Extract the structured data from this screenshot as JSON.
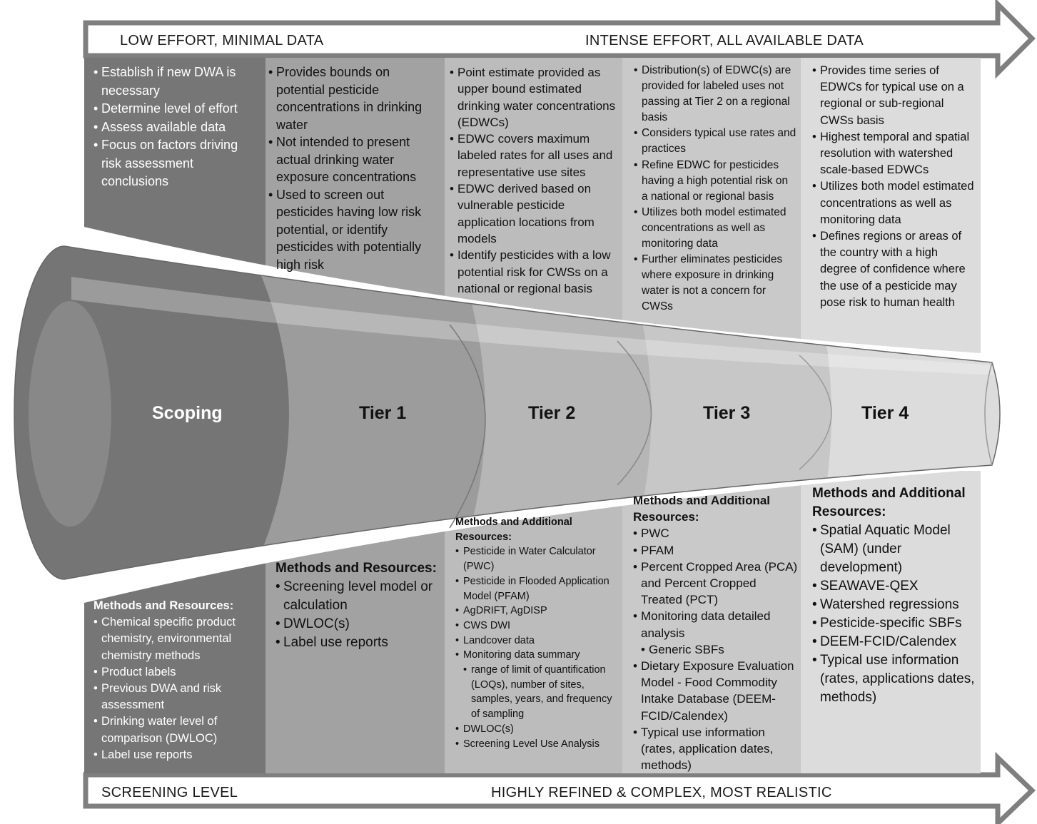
{
  "top_arrow": {
    "left_label": "LOW EFFORT, MINIMAL DATA",
    "right_label": "INTENSE EFFORT, ALL AVAILABLE DATA"
  },
  "bottom_arrow": {
    "left_label": "SCREENING LEVEL",
    "right_label": "HIGHLY REFINED & COMPLEX, MOST REALISTIC"
  },
  "colors": {
    "scoping": "#7a7a7a",
    "tier1": "#a0a0a0",
    "tier2": "#b8b8b8",
    "tier3": "#c8c8c8",
    "tier4": "#dcdcdc",
    "arrow_border": "#7f7f7f"
  },
  "tiers": [
    {
      "name": "Scoping",
      "top_bullets": [
        "Establish if new DWA is necessary",
        "Determine level of effort",
        "Assess available data",
        "Focus on factors driving risk assessment conclusions"
      ],
      "methods_title": "Methods and Resources:",
      "methods": [
        "Chemical specific product chemistry, environmental chemistry methods",
        "Product labels",
        "Previous DWA and risk assessment",
        "Drinking water level of comparison (DWLOC)",
        "Label use reports"
      ]
    },
    {
      "name": "Tier 1",
      "top_bullets": [
        "Provides bounds on potential pesticide concentrations in drinking water",
        "Not intended to present actual drinking water exposure concentrations",
        "Used to screen out pesticides having low risk potential, or identify pesticides with potentially high risk"
      ],
      "methods_title": "Methods and Resources:",
      "methods": [
        "Screening level model or calculation",
        "DWLOC(s)",
        "Label use reports"
      ]
    },
    {
      "name": "Tier 2",
      "top_bullets": [
        "Point estimate provided as upper bound estimated drinking water concentrations (EDWCs)",
        "EDWC covers maximum labeled rates for all uses and representative use sites",
        "EDWC derived based on vulnerable pesticide application locations from models",
        "Identify pesticides with a low potential risk for CWSs on a national or regional basis"
      ],
      "methods_title": "Methods and Additional Resources:",
      "methods": [
        "Pesticide in Water Calculator (PWC)",
        "Pesticide in Flooded Application Model (PFAM)",
        "AgDRIFT, AgDISP",
        "CWS DWI",
        "Landcover data",
        "Monitoring data summary",
        "DWLOC(s)",
        "Screening Level Use Analysis"
      ],
      "methods_sub": "range of limit of quantification (LOQs), number of sites, samples, years, and frequency of sampling"
    },
    {
      "name": "Tier 3",
      "top_bullets": [
        "Distribution(s) of EDWC(s) are provided for labeled uses not passing at Tier 2 on a regional basis",
        "Considers typical use rates and practices",
        "Refine EDWC for pesticides having a high potential risk on a national or regional basis",
        "Utilizes both model estimated concentrations as well as monitoring data",
        "Further eliminates pesticides where exposure in drinking water is not a concern for CWSs"
      ],
      "methods_title": "Methods and Additional Resources:",
      "methods": [
        "PWC",
        "PFAM",
        "Percent Cropped Area (PCA) and Percent Cropped Treated (PCT)",
        "Monitoring data detailed analysis",
        "Dietary Exposure Evaluation Model - Food Commodity Intake Database (DEEM-FCID/Calendex)",
        "Typical use information (rates, application dates, methods)"
      ],
      "methods_sub": "Generic SBFs"
    },
    {
      "name": "Tier 4",
      "top_bullets": [
        "Provides time series of EDWCs for typical use on a regional or sub-regional CWSs basis",
        "Highest temporal and spatial resolution with watershed scale-based EDWCs",
        "Utilizes both model estimated concentrations as well as monitoring data",
        "Defines regions or areas of the country with a high degree of confidence where the use of a pesticide may pose risk to human health"
      ],
      "methods_title": "Methods and Additional Resources:",
      "methods": [
        "Spatial Aquatic Model (SAM) (under development)",
        "SEAWAVE-QEX",
        "Watershed regressions",
        "Pesticide-specific SBFs",
        "DEEM-FCID/Calendex",
        "Typical use information (rates, applications dates, methods)"
      ]
    }
  ]
}
